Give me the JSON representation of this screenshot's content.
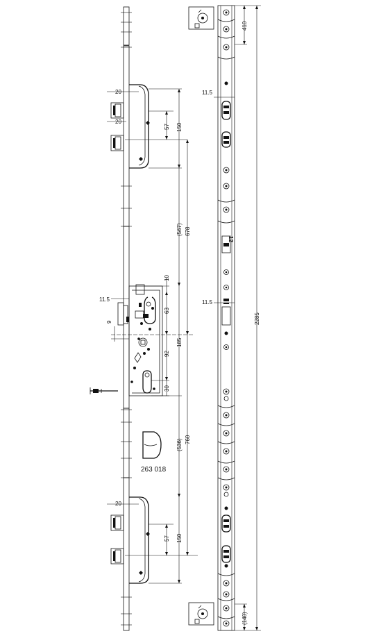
{
  "part_number": "263 018",
  "dimensions": {
    "front_width": "20",
    "bolt_height": "57",
    "lock_height": "150",
    "distance_upper": "(567)",
    "distance_total_upper": "678",
    "offset_10": "10",
    "backset": "11.5",
    "square_9": "9",
    "handle_to_cyl": "63",
    "cyl_offset": "92",
    "lock_body": "185",
    "cyl_30": "30",
    "distance_lower": "(536)",
    "distance_total_lower": "760",
    "faceplate_length": "2285",
    "top_offset": "410",
    "bottom_offset": "(140)",
    "strip_11_5": "11.5"
  },
  "faceplate_marks": "12"
}
